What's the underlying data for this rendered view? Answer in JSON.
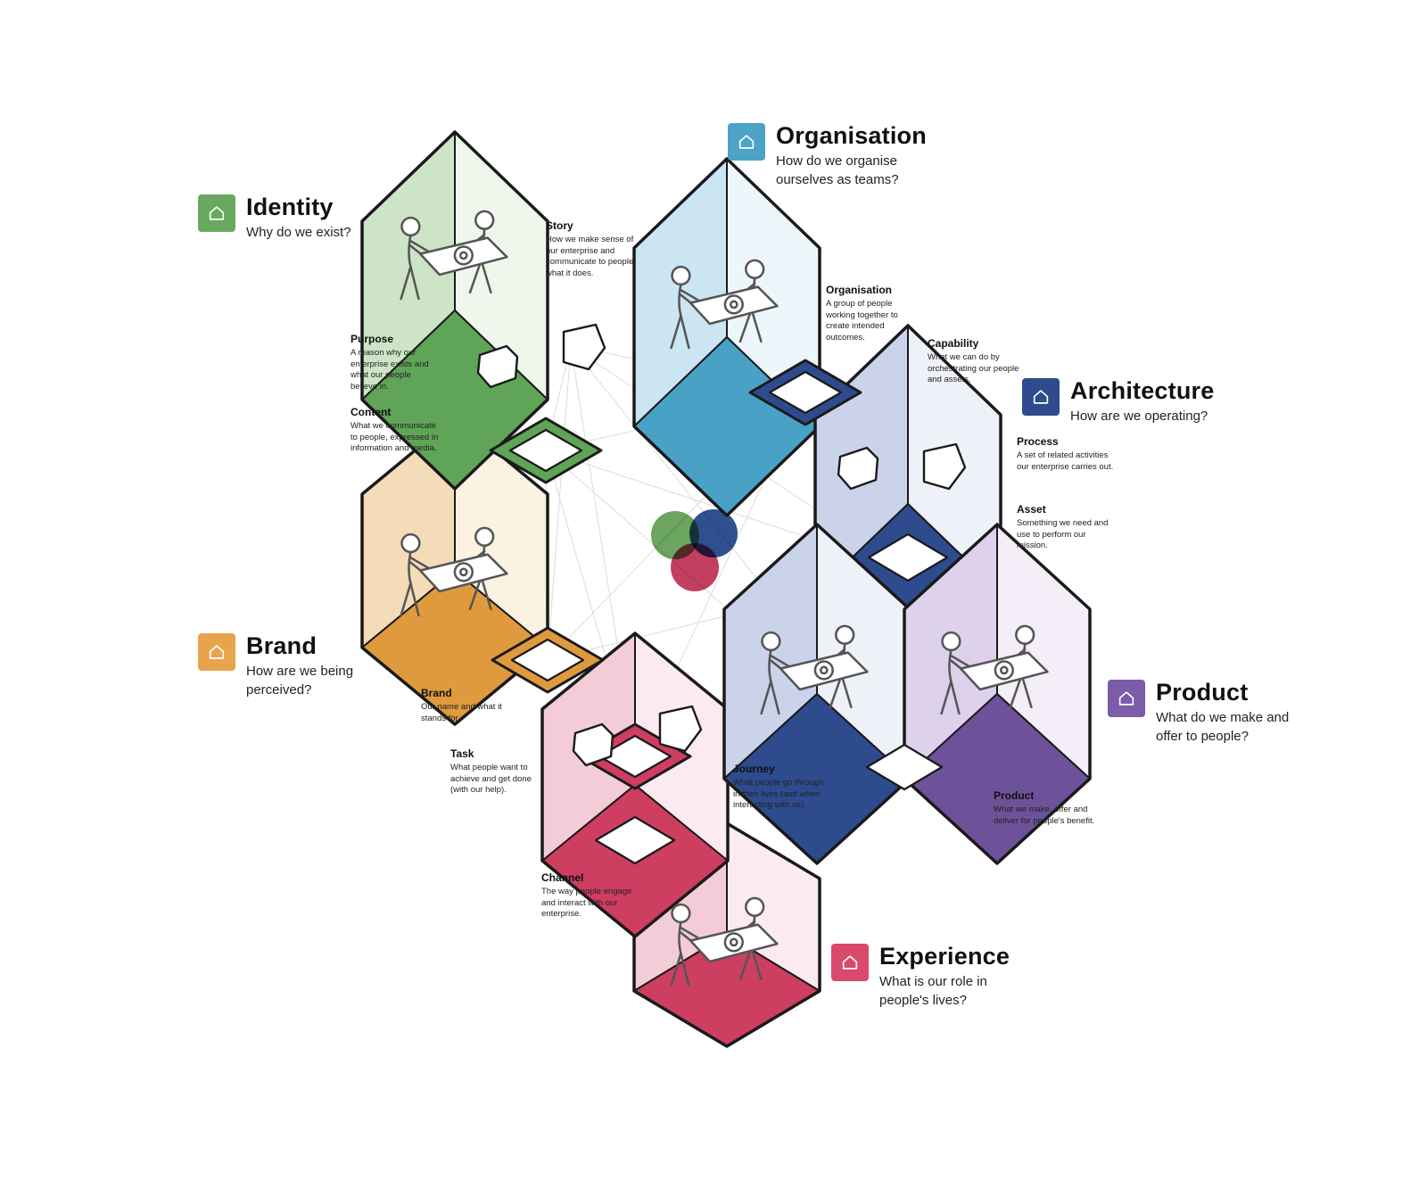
{
  "sections": {
    "identity": {
      "title": "Identity",
      "subtitle": "Why do we exist?",
      "color": "#69A95F"
    },
    "organisation": {
      "title": "Organisation",
      "subtitle": "How do we organise ourselves as teams?",
      "color": "#4BA3C7"
    },
    "architecture": {
      "title": "Architecture",
      "subtitle": "How are we operating?",
      "color": "#2E4B8E"
    },
    "brand": {
      "title": "Brand",
      "subtitle": "How are we being perceived?",
      "color": "#E8A44C"
    },
    "product": {
      "title": "Product",
      "subtitle": "What do we make and offer to people?",
      "color": "#7A5CA8"
    },
    "experience": {
      "title": "Experience",
      "subtitle": "What is our role in people's lives?",
      "color": "#D9496B"
    }
  },
  "labels": {
    "story": {
      "title": "Story",
      "desc": "How we make sense of our enterprise and communicate to people what it does."
    },
    "purpose": {
      "title": "Purpose",
      "desc": "A reason why our enterprise exists and what our people believe in."
    },
    "content": {
      "title": "Content",
      "desc": "What we communicate to people, expressed in information and media."
    },
    "organisation": {
      "title": "Organisation",
      "desc": "A group of people working together to create intended outcomes."
    },
    "capability": {
      "title": "Capability",
      "desc": "What we can do by orchestrating our people and assets."
    },
    "process": {
      "title": "Process",
      "desc": "A set of related activities our enterprise carries out."
    },
    "asset": {
      "title": "Asset",
      "desc": "Something we need and use to perform our mission."
    },
    "brand": {
      "title": "Brand",
      "desc": "Our name and what it stands for."
    },
    "task": {
      "title": "Task",
      "desc": "What people want to achieve and get done (with our help)."
    },
    "journey": {
      "title": "Journey",
      "desc": "What people go through in their lives (and when interacting with us)."
    },
    "channel": {
      "title": "Channel",
      "desc": "The way people engage and interact with our enterprise."
    },
    "product": {
      "title": "Product",
      "desc": "What we make, offer and deliver for people's benefit."
    }
  },
  "cubes": {
    "identity": {
      "wall": "#CDE5C6",
      "wall2": "#EFF7ED",
      "floor": "#5FA457"
    },
    "organisation": {
      "wall": "#CBE6F2",
      "wall2": "#EDF6FA",
      "floor": "#49A1C6"
    },
    "architecture": {
      "wall": "#CAD3EA",
      "wall2": "#EEF1F8",
      "floor": "#2E4B8E"
    },
    "brand": {
      "wall": "#F4DCB8",
      "wall2": "#FBF2E1",
      "floor": "#E09A3E"
    },
    "task": {
      "wall": "#F4CCD7",
      "wall2": "#FBEAEF",
      "floor": "#CE3E61"
    },
    "journey": {
      "wall": "#CAD3EA",
      "wall2": "#EEF1F8",
      "floor": "#2E4B8E"
    },
    "product": {
      "wall": "#DDD1EC",
      "wall2": "#F3EEF8",
      "floor": "#6E5299"
    },
    "experience": {
      "wall": "#F4CCD7",
      "wall2": "#FBEAEF",
      "floor": "#CE3E61"
    }
  },
  "venn": {
    "green": "#6BA55F",
    "blue": "#2F4F8F",
    "red": "#C23F5F"
  }
}
